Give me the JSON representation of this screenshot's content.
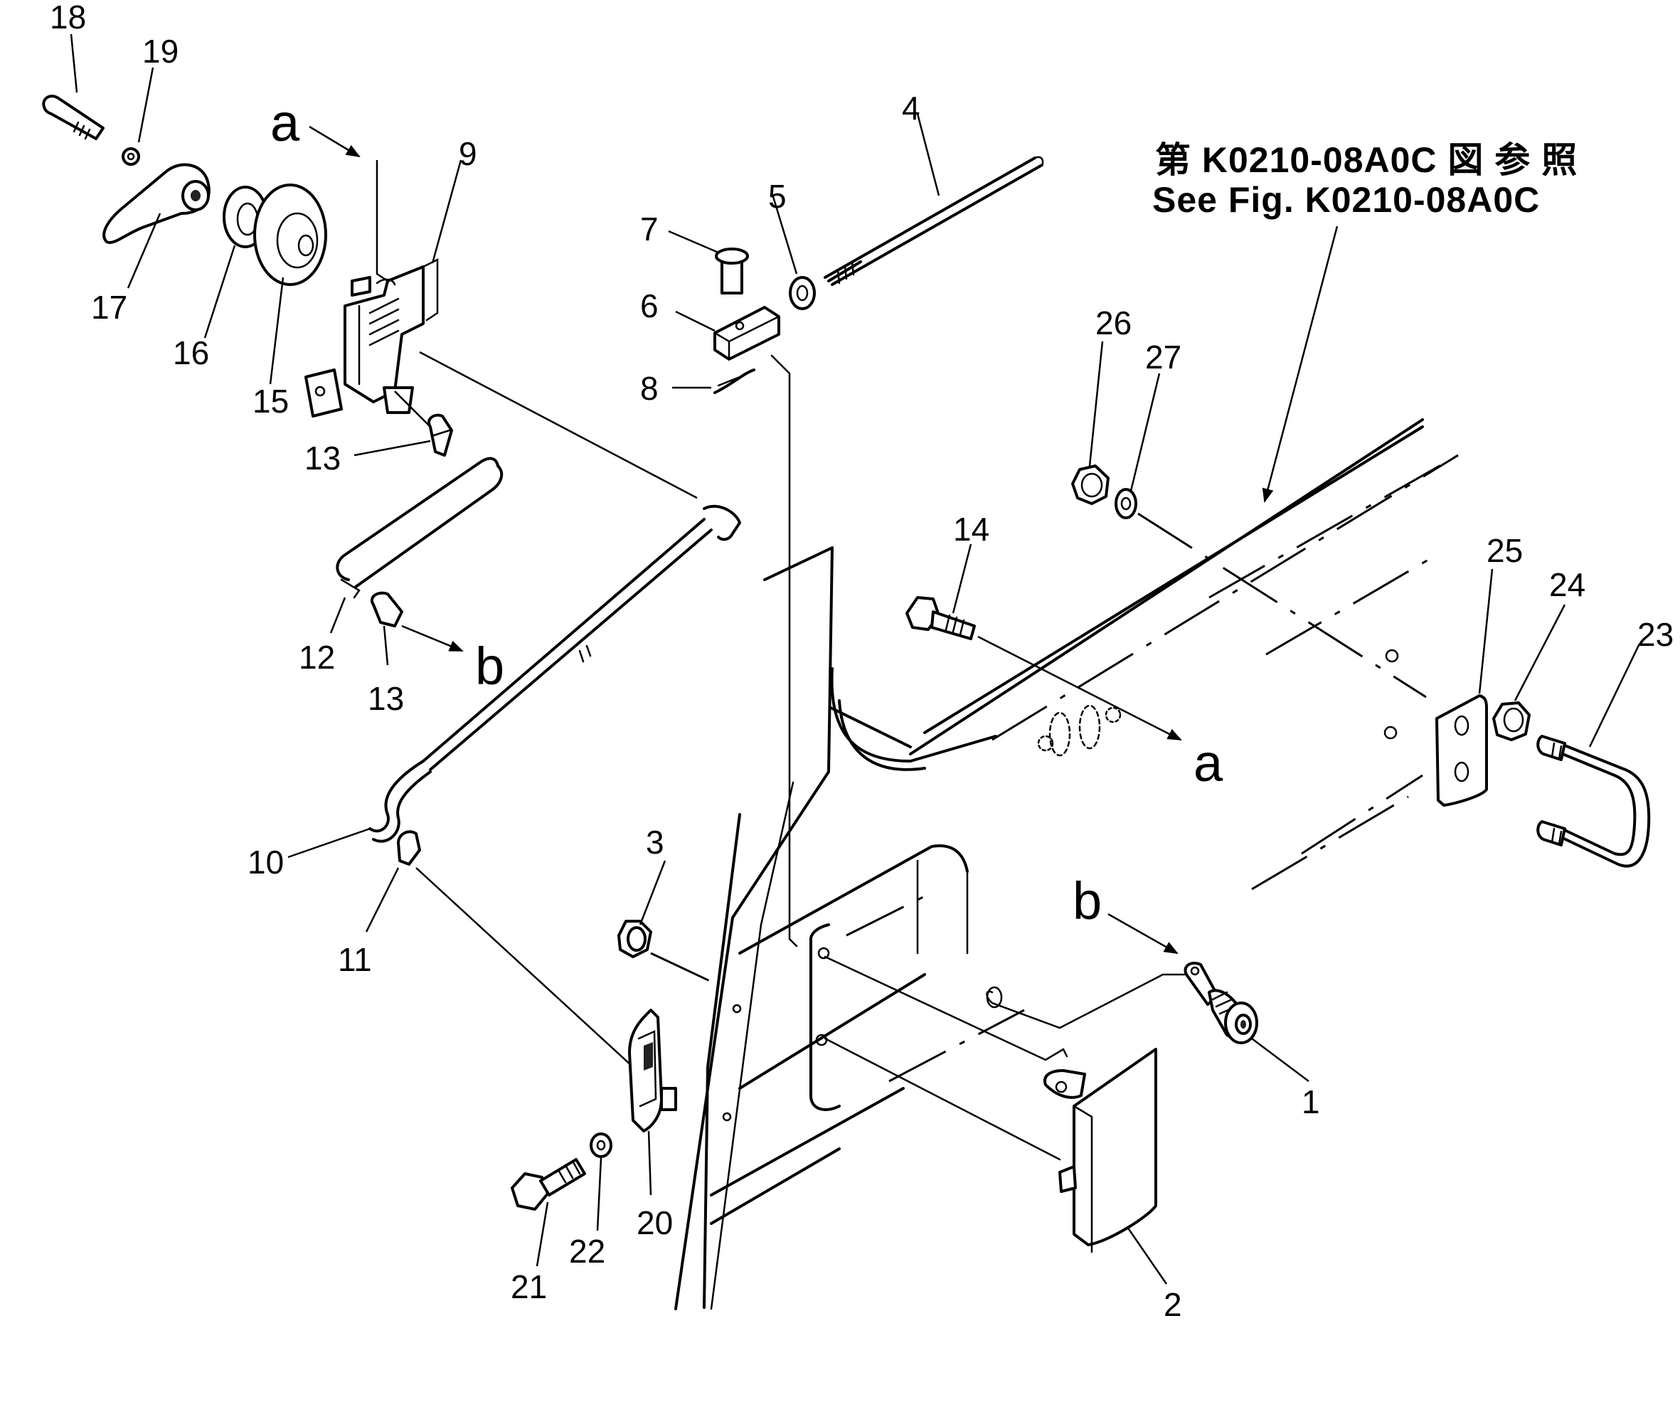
{
  "reference": {
    "jp": "第 K0210-08A0C 図 参 照",
    "en": "See Fig. K0210-08A0C"
  },
  "callouts": [
    {
      "id": "c1",
      "text": "1"
    },
    {
      "id": "c2",
      "text": "2"
    },
    {
      "id": "c3",
      "text": "3"
    },
    {
      "id": "c4",
      "text": "4"
    },
    {
      "id": "c5",
      "text": "5"
    },
    {
      "id": "c6",
      "text": "6"
    },
    {
      "id": "c7",
      "text": "7"
    },
    {
      "id": "c8",
      "text": "8"
    },
    {
      "id": "c9",
      "text": "9"
    },
    {
      "id": "c10",
      "text": "10"
    },
    {
      "id": "c11",
      "text": "11"
    },
    {
      "id": "c12",
      "text": "12"
    },
    {
      "id": "c13a",
      "text": "13"
    },
    {
      "id": "c13b",
      "text": "13"
    },
    {
      "id": "c14",
      "text": "14"
    },
    {
      "id": "c15",
      "text": "15"
    },
    {
      "id": "c16",
      "text": "16"
    },
    {
      "id": "c17",
      "text": "17"
    },
    {
      "id": "c18",
      "text": "18"
    },
    {
      "id": "c19",
      "text": "19"
    },
    {
      "id": "c20",
      "text": "20"
    },
    {
      "id": "c21",
      "text": "21"
    },
    {
      "id": "c22",
      "text": "22"
    },
    {
      "id": "c23",
      "text": "23"
    },
    {
      "id": "c24",
      "text": "24"
    },
    {
      "id": "c25",
      "text": "25"
    },
    {
      "id": "c26",
      "text": "26"
    },
    {
      "id": "c27",
      "text": "27"
    }
  ],
  "markers": {
    "a_top": "a",
    "a_right": "a",
    "b_left": "b",
    "b_right": "b"
  }
}
